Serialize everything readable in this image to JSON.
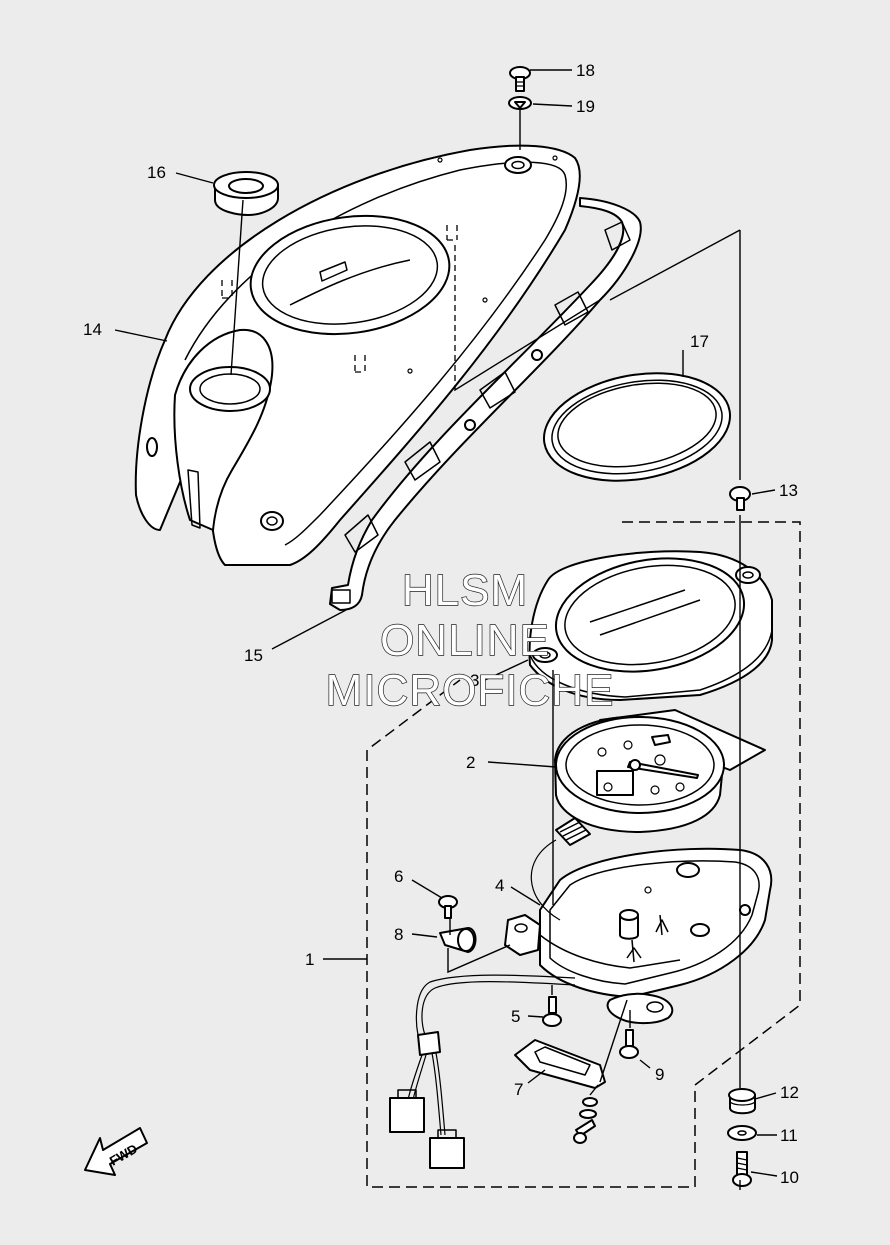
{
  "diagram": {
    "callouts": [
      {
        "id": "c1",
        "text": "1"
      },
      {
        "id": "c2",
        "text": "2"
      },
      {
        "id": "c3",
        "text": "3"
      },
      {
        "id": "c4",
        "text": "4"
      },
      {
        "id": "c5",
        "text": "5"
      },
      {
        "id": "c6",
        "text": "6"
      },
      {
        "id": "c7",
        "text": "7"
      },
      {
        "id": "c8",
        "text": "8"
      },
      {
        "id": "c9",
        "text": "9"
      },
      {
        "id": "c10",
        "text": "10"
      },
      {
        "id": "c11",
        "text": "11"
      },
      {
        "id": "c12",
        "text": "12"
      },
      {
        "id": "c13",
        "text": "13"
      },
      {
        "id": "c14",
        "text": "14"
      },
      {
        "id": "c15",
        "text": "15"
      },
      {
        "id": "c16",
        "text": "16"
      },
      {
        "id": "c17",
        "text": "17"
      },
      {
        "id": "c18",
        "text": "18"
      },
      {
        "id": "c19",
        "text": "19"
      }
    ],
    "watermark": [
      "HLSM",
      "ONLINE",
      "MICROFICHE"
    ],
    "direction_label": "FWD"
  }
}
